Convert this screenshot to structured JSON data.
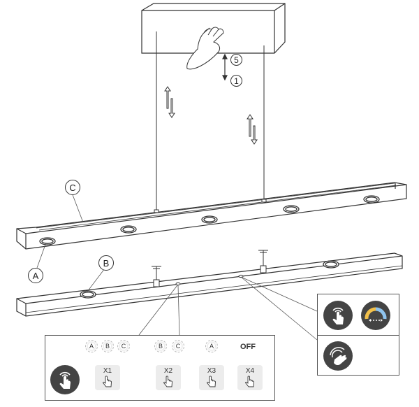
{
  "labels": {
    "a": "A",
    "b": "B",
    "c": "C"
  },
  "steps": {
    "up": "5",
    "down": "1"
  },
  "panel": {
    "indicators": [
      {
        "group": "x1",
        "letters": [
          "A",
          "B",
          "C"
        ]
      },
      {
        "group": "x2",
        "letters": [
          "B",
          "C"
        ]
      },
      {
        "group": "x3",
        "letters": [
          "A"
        ]
      }
    ],
    "off_label": "OFF",
    "buttons": [
      "X1",
      "X2",
      "X3",
      "X4"
    ]
  },
  "icons": {
    "touch": "touch-hand-icon",
    "color_temp": "color-temperature-dial-icon",
    "wave": "wave-gesture-hand-icon",
    "hand": "hand-press-icon"
  }
}
